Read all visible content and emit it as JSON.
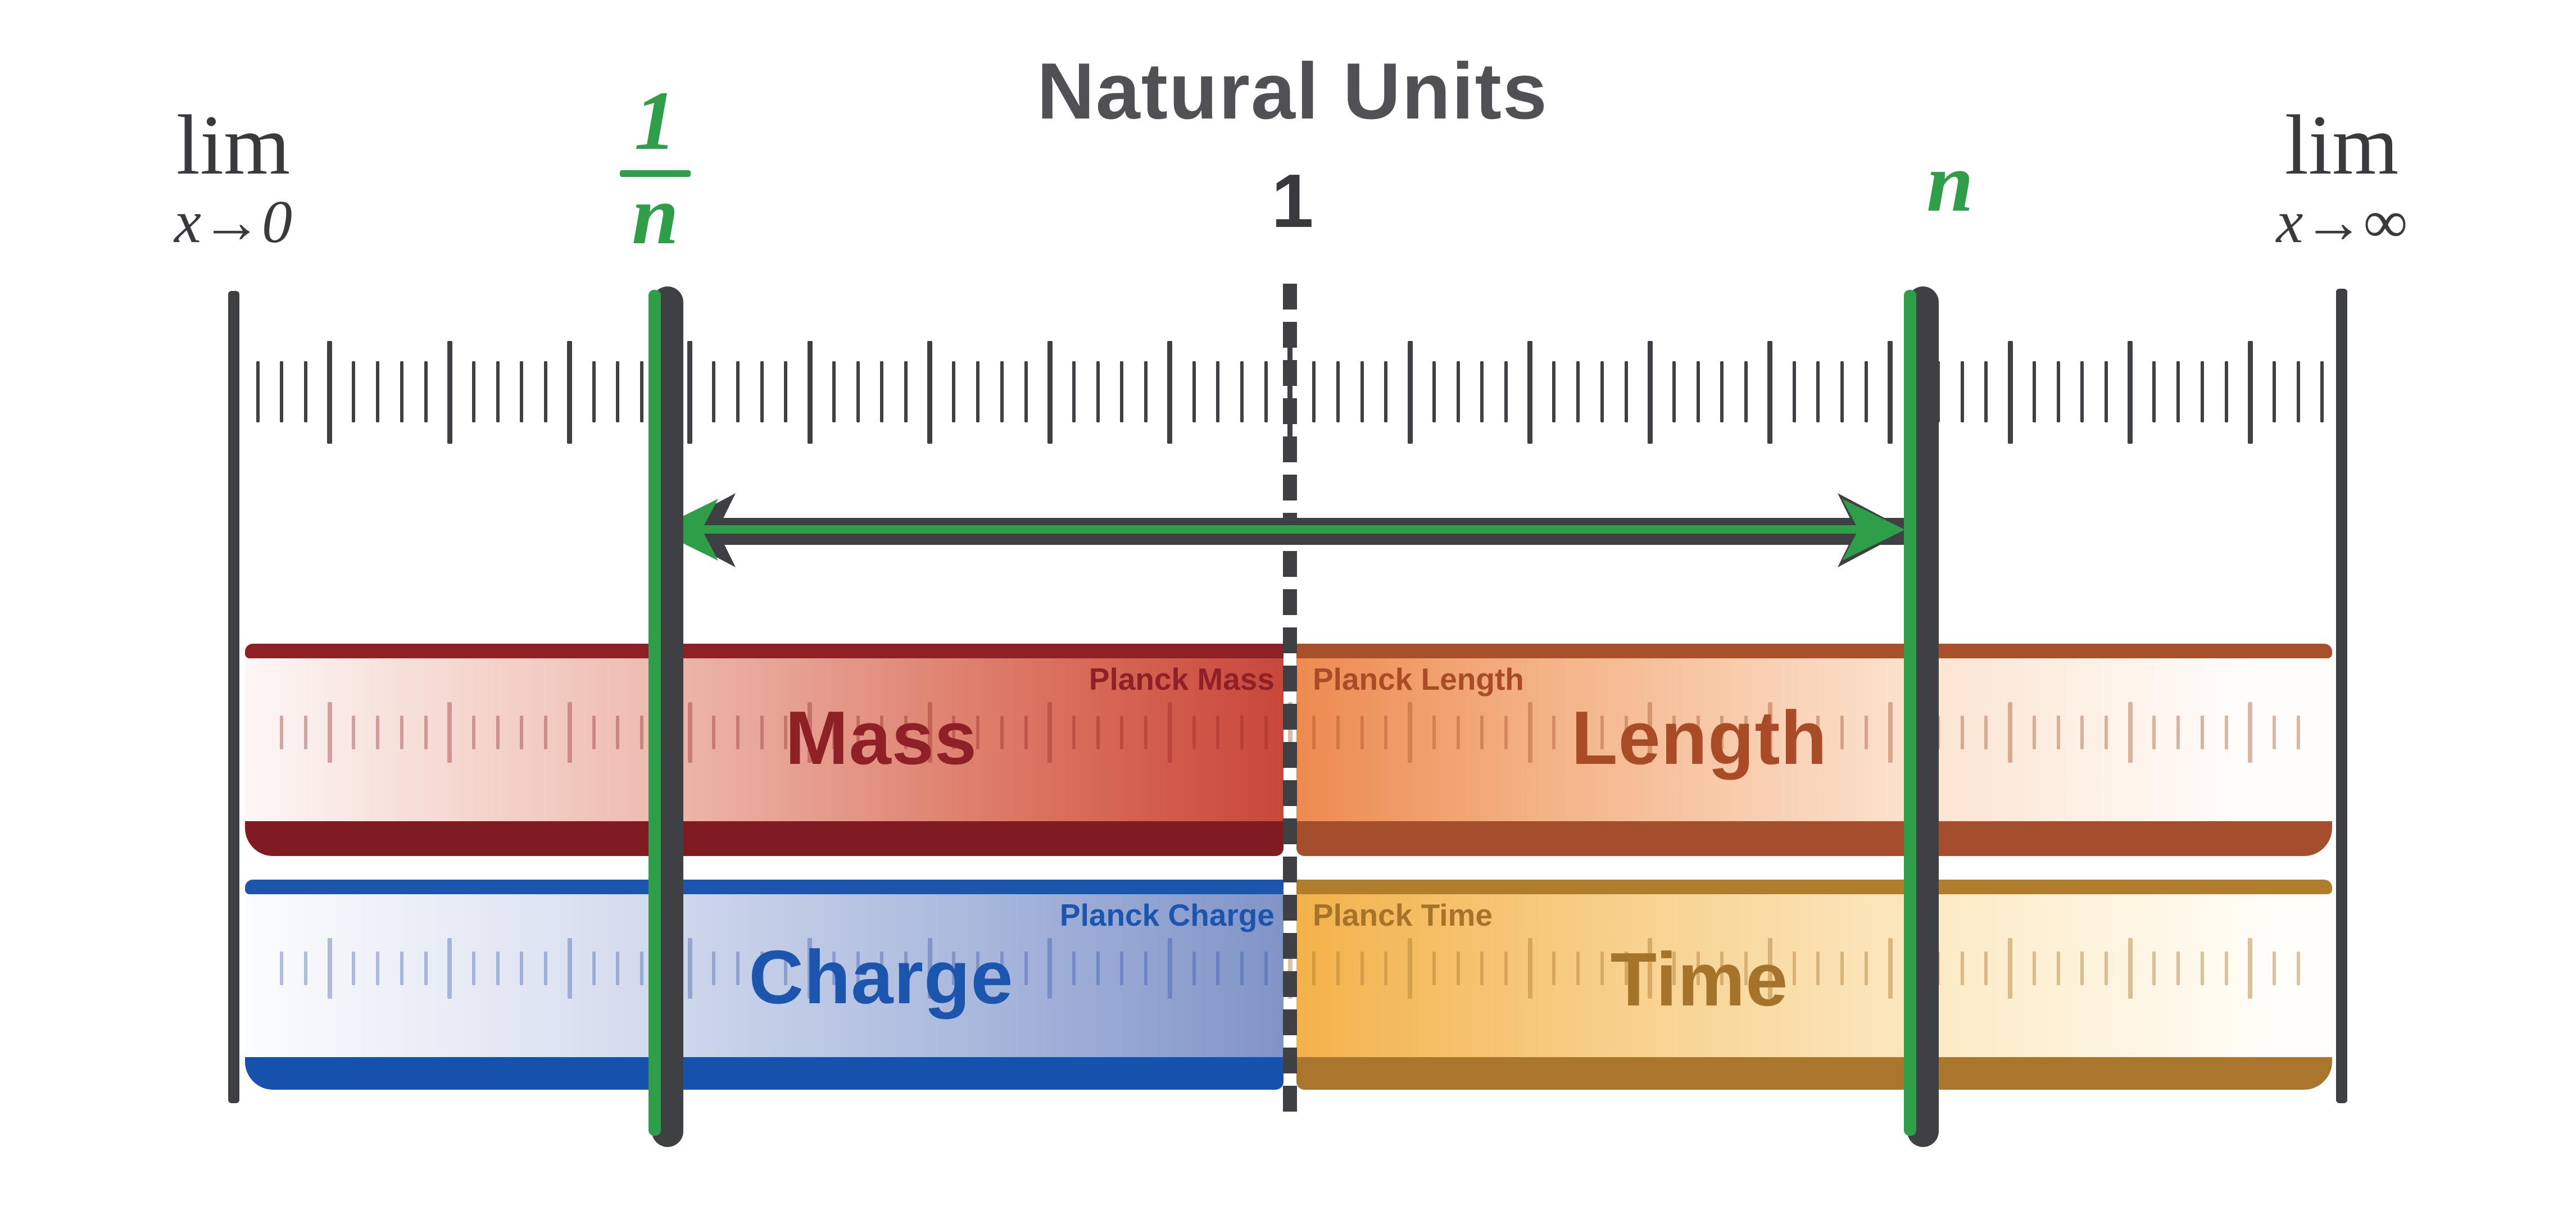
{
  "title": "Natural Units",
  "center": {
    "value": "1"
  },
  "left_limit": {
    "lim": "lim",
    "approach": "x→0"
  },
  "right_limit": {
    "lim": "lim",
    "approach": "x→∞"
  },
  "left_marker": {
    "numerator": "1",
    "denominator": "n"
  },
  "right_marker": {
    "symbol": "n"
  },
  "bands": {
    "mass": {
      "label": "Mass",
      "planck_label": "Planck Mass"
    },
    "length": {
      "label": "Length",
      "planck_label": "Planck Length"
    },
    "charge": {
      "label": "Charge",
      "planck_label": "Planck Charge"
    },
    "time": {
      "label": "Time",
      "planck_label": "Planck Time"
    }
  },
  "colors": {
    "green": "#2f9e48",
    "ink": "#3a3a3e",
    "shadow": "#3f4043",
    "title_gray": "#515155",
    "mass_dark": "#8e2126",
    "mass_deep": "#801b21",
    "length_dark": "#a85029",
    "length_deep": "#a54e2c",
    "length_text": "#a84b26",
    "charge_dark": "#1c55ae",
    "charge_deep": "#1751ae",
    "time_dark": "#b07d2b",
    "time_deep": "#a9762e",
    "time_text": "#a5742a",
    "mass_gradient": [
      "#fdf7f5",
      "#eebdb1",
      "#da6f5c",
      "#c8473a"
    ],
    "length_gradient": [
      "#ed8a50",
      "#f4b488",
      "#fbe3cf",
      "#fffdfb"
    ],
    "charge_gradient": [
      "#fbfcfe",
      "#dde3f1",
      "#a9b8dc",
      "#8094c8"
    ],
    "time_gradient": [
      "#f3b24a",
      "#f7cd85",
      "#fcecc9",
      "#fffef9"
    ]
  }
}
